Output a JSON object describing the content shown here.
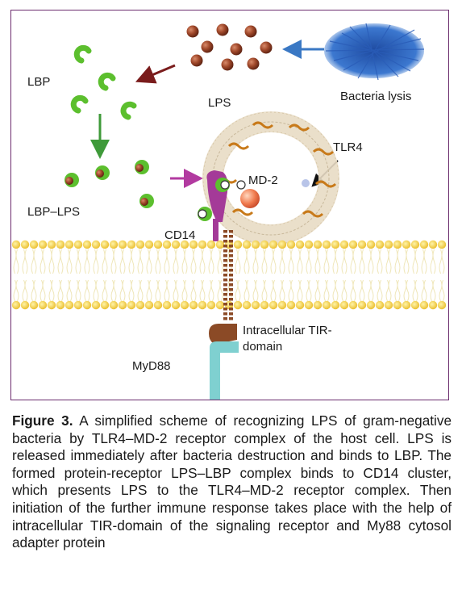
{
  "labels": {
    "lbp": "LBP",
    "lps": "LPS",
    "bacteria_lysis": "Bacteria lysis",
    "tlr4": "TLR4",
    "md2": "MD-2",
    "lbp_lps": "LBP–LPS",
    "cd14": "CD14",
    "tir_line1": "Intracellular TIR-",
    "tir_line2": "domain",
    "myd88": "MyD88"
  },
  "caption": {
    "figure_label": "Figure 3.",
    "text": "A simplified scheme of recognizing LPS of gram-negative bacteria by TLR4–MD-2 receptor complex of the host cell. LPS is released immediately after bacteria destruction and binds to LBP. The formed protein-receptor LPS–LBP complex binds to CD14 cluster, which presents LPS to the TLR4–MD-2 receptor complex. Then initiation of the further immune response takes place with the help of intracellular TIR-domain of the signaling receptor and My88 cytosol adapter protein"
  },
  "colors": {
    "frame": "#6a2b6d",
    "lps_particle": "#8b3a1c",
    "lbp": "#5cbf2e",
    "arrow_blue": "#3a78c4",
    "arrow_darkred": "#7a1c1c",
    "arrow_green": "#3f9a3a",
    "arrow_magenta": "#b23aa0",
    "cd14": "#a43a98",
    "membrane_bead": "#f2d03a",
    "tir": "#8b4a26",
    "myd88": "#7fd0d0",
    "bacteria": "#2a5db8",
    "md2": "#f07a4e"
  }
}
